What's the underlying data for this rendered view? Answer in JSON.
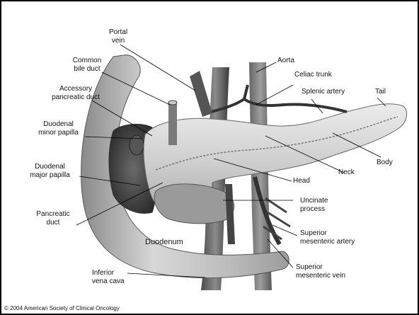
{
  "labels": {
    "portal_vein": [
      "Portal",
      "vein"
    ],
    "common_bile_duct": [
      "Common",
      "bile duct"
    ],
    "accessory_pancreatic_duct": [
      "Accessory",
      "pancreatic duct"
    ],
    "duodenal_minor_papilla": [
      "Duodenal",
      "minor papilla"
    ],
    "duodenal_major_papilla": [
      "Duodenal",
      "major papilla"
    ],
    "pancreatic_duct": [
      "Pancreatic",
      "duct"
    ],
    "inferior_vena_cava": [
      "Inferior",
      "vena cava"
    ],
    "aorta": "Aorta",
    "celiac_trunk": "Celiac trunk",
    "splenic_artery": "Splenic artery",
    "tail": "Tail",
    "body": "Body",
    "neck": "Neck",
    "head": "Head",
    "uncinate_process": [
      "Uncinate",
      "process"
    ],
    "superior_mesenteric_artery": [
      "Superior",
      "mesenteric artery"
    ],
    "superior_mesenteric_vein": [
      "Superior",
      "mesenteric vein"
    ],
    "duodenum": "Duodenum"
  },
  "copyright": "© 2004 American Society of Clinical Oncology"
}
